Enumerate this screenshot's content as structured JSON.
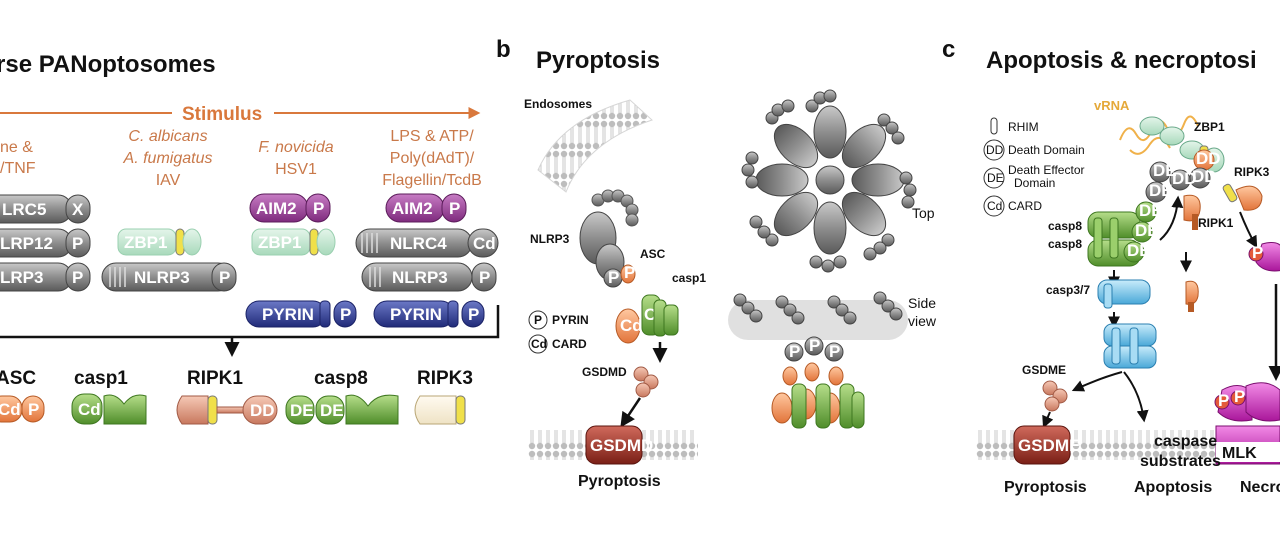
{
  "panel_a": {
    "title": "rse PANoptosomes",
    "stimulus_label": "Stimulus",
    "stimuli": [
      {
        "lines": [
          "ne &",
          "/TNF"
        ]
      },
      {
        "lines": [
          "C. albicans",
          "A. fumigatus",
          "IAV"
        ]
      },
      {
        "lines": [
          "F. novicida",
          "HSV1"
        ]
      },
      {
        "lines": [
          "LPS & ATP/",
          "Poly(dAdT)/",
          "Flagellin/TcdB"
        ]
      }
    ],
    "col1": {
      "nlrc5": "LRC5",
      "x": "X",
      "nlrp12": "LRP12",
      "p1": "P",
      "nlrp3": "LRP3",
      "p2": "P"
    },
    "col2": {
      "zbp1": "ZBP1",
      "nlrp3": "NLRP3",
      "p": "P"
    },
    "col3": {
      "aim2": "AIM2",
      "p": "P",
      "zbp1": "ZBP1",
      "pyrin": "PYRIN",
      "pyrin_p": "P"
    },
    "col4": {
      "aim2": "AIM2",
      "p": "P",
      "nlrc4": "NLRC4",
      "cd": "Cd",
      "nlrp3": "NLRP3",
      "p2": "P",
      "pyrin": "PYRIN",
      "pyrin_p": "P"
    },
    "components": {
      "asc": "ASC",
      "asc_cd": "Cd",
      "asc_p": "P",
      "casp1": "casp1",
      "casp1_cd": "Cd",
      "ripk1": "RIPK1",
      "ripk1_dd": "DD",
      "casp8": "casp8",
      "casp8_de1": "DE",
      "casp8_de2": "DE",
      "ripk3": "RIPK3"
    }
  },
  "panel_b": {
    "letter": "b",
    "title": "Pyroptosis",
    "endosomes": "Endosomes",
    "nlrp3": "NLRP3",
    "asc": "ASC",
    "casp1": "casp1",
    "p_cd": "Cd",
    "p_p": "P",
    "legend_p": "P",
    "legend_p_label": "PYRIN",
    "legend_cd": "Cd",
    "legend_cd_label": "CARD",
    "gsdmd": "GSDMD",
    "membrane_label": "GSDMD",
    "outcome": "Pyroptosis",
    "top": "Top",
    "side": "Side",
    "view": "view",
    "p": "P"
  },
  "panel_c": {
    "letter": "c",
    "title": "Apoptosis & necroptosi",
    "vrna": "vRNA",
    "zbp1": "ZBP1",
    "ripk3": "RIPK3",
    "ripk1": "RIPK1",
    "legend_rhim": "RHIM",
    "legend_dd": "DD",
    "legend_dd_label": "Death Domain",
    "legend_de": "DE",
    "legend_de_label1": "Death Effector",
    "legend_de_label2": "Domain",
    "legend_cd": "Cd",
    "legend_cd_label": "CARD",
    "casp8a": "casp8",
    "casp8b": "casp8",
    "casp37": "casp3/7",
    "gsdme": "GSDME",
    "membrane_label": "GSDME",
    "caspase1": "caspase",
    "caspase2": "substrates",
    "mlk": "MLK",
    "outcome1": "Pyroptosis",
    "outcome2": "Apoptosis",
    "outcome3": "Necro",
    "dd": "DD",
    "de": "DE",
    "p": "P"
  },
  "colors": {
    "stimulus": "#d9783c",
    "gray_protein": "#8f8f8f",
    "purple": "#9b3f9a",
    "navy": "#2f3f9a",
    "mint": "#bfe6cf",
    "green": "#6aa83c",
    "orange": "#f08a4e",
    "salmon": "#d9806a",
    "blue": "#7ec8ec",
    "magenta": "#d63bc4",
    "dark_red": "#9c2f24"
  }
}
